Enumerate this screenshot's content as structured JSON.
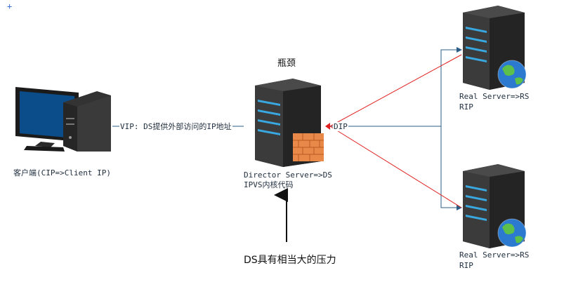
{
  "corner_marker": "+",
  "client": {
    "label": "客户端(CIP=>Client IP)"
  },
  "vip_label": "VIP: DS提供外部访问的IP地址",
  "bottleneck_label": "瓶颈",
  "director": {
    "line1": "Director Server=>DS",
    "line2": "IPVS内核代码"
  },
  "dip_label": "DIP",
  "real_server_top": {
    "line1": "Real Server=>RS",
    "line2": "RIP"
  },
  "real_server_bottom": {
    "line1": "Real Server=>RS",
    "line2": "RIP"
  },
  "pressure_note": "DS具有相当大的压力",
  "colors": {
    "connector_blue": "#2b5d86",
    "connector_red": "#e02020",
    "server_dark": "#2a2a2a",
    "server_led": "#3aa8e0",
    "firewall": "#e8894a"
  },
  "icons": {
    "client": "desktop-computer-icon",
    "director": "server-firewall-icon",
    "real_server": "server-globe-icon"
  }
}
